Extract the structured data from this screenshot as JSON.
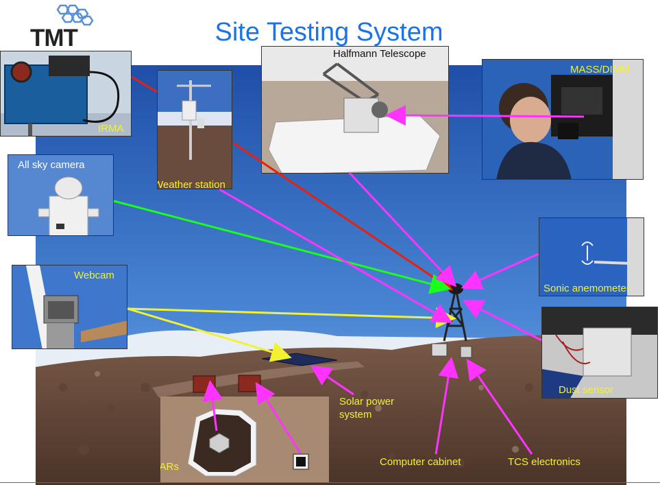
{
  "title": "Site Testing System",
  "logo": {
    "text": "TMT"
  },
  "labels": {
    "irma": "IRMA",
    "weather_station": "Weather station",
    "halfmann_telescope": "Halfmann Telescope",
    "mass_dimm": "MASS/DIMM",
    "all_sky_camera": "All sky camera",
    "webcam": "Webcam",
    "sonic_anemometer": "Sonic anemometer",
    "dust_sensor": "Dust sensor",
    "solar_power": "Solar power system",
    "sodars": "SODARs",
    "computer_cabinet": "Computer cabinet",
    "tcs_electronics": "TCS electronics"
  },
  "colors": {
    "title": "#1a73e8",
    "label": "#f2f230",
    "arrow_magenta": "#ff33ff",
    "arrow_red": "#e8200c",
    "arrow_green": "#1aff1a",
    "arrow_yellow": "#f2f230"
  }
}
